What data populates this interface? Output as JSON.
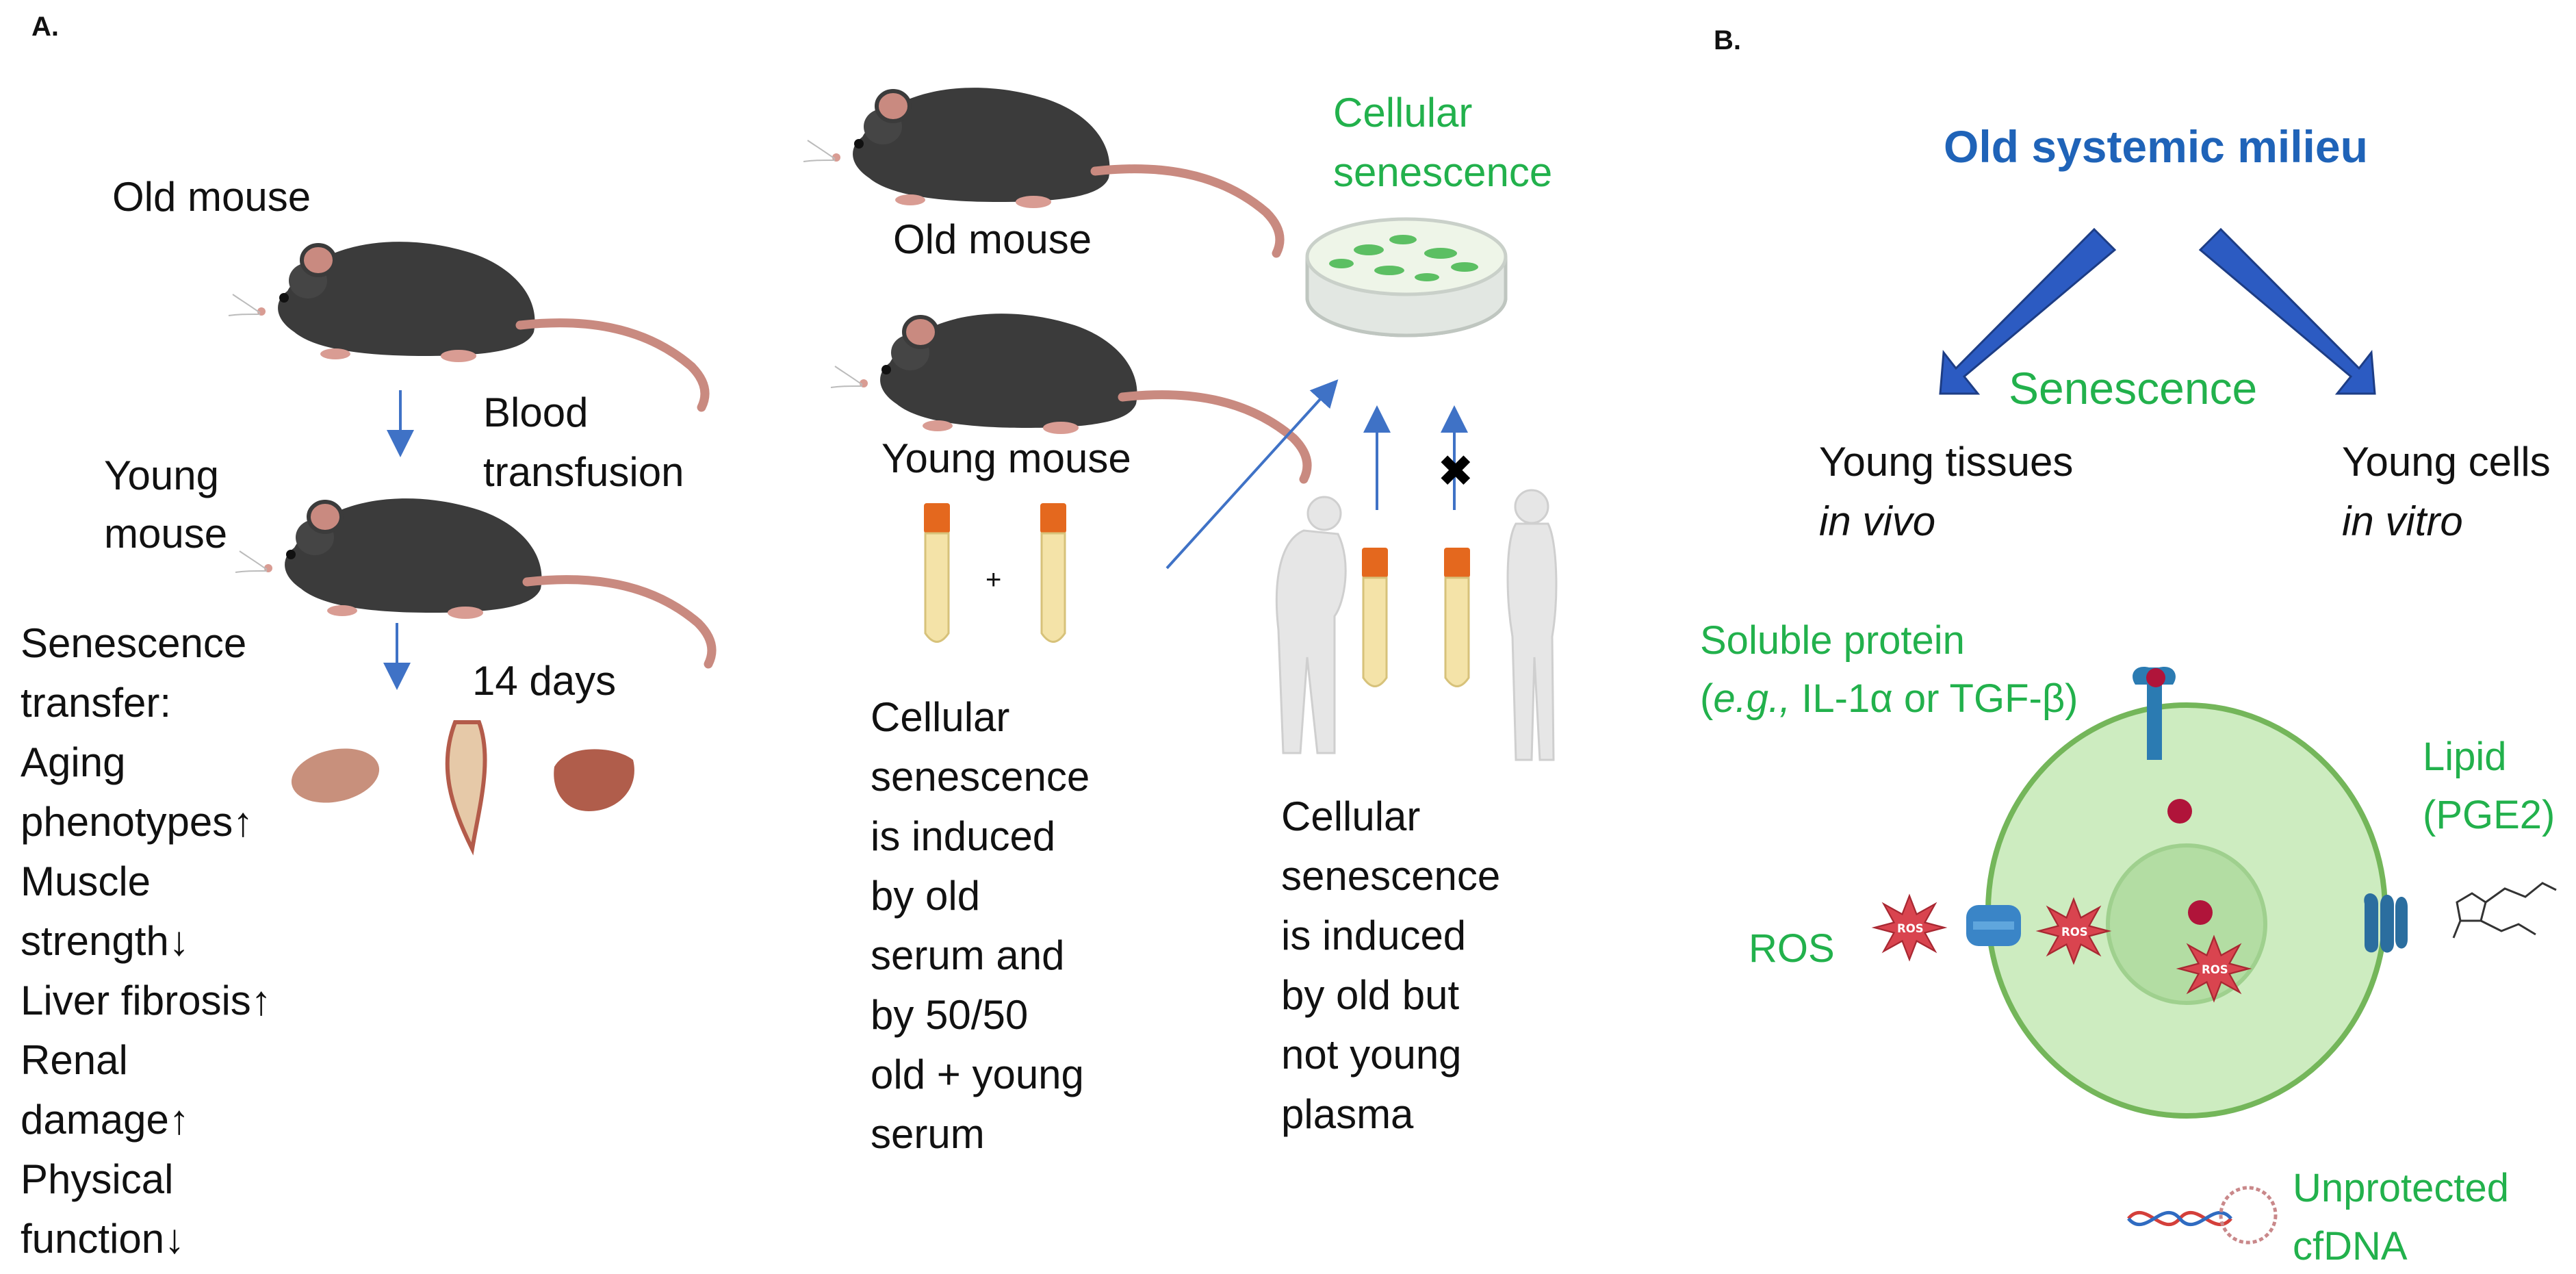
{
  "panel_a": {
    "label": "A.",
    "transfusion": {
      "old_mouse": "Old mouse",
      "young_mouse_lines": [
        "Young",
        "mouse"
      ],
      "blood_transfusion_lines": [
        "Blood",
        "transfusion"
      ],
      "days": "14 days",
      "outcome_lines": [
        "Senescence",
        "transfer:",
        "Aging",
        "phenotypes↑",
        "Muscle",
        "strength↓",
        "Liver fibrosis↑",
        "Renal",
        "damage↑",
        "Physical",
        "function↓"
      ]
    },
    "serum": {
      "old_mouse": "Old mouse",
      "young_mouse": "Young mouse",
      "plus": "+",
      "result_lines": [
        "Cellular",
        "senescence",
        "is induced",
        "by old",
        "serum and",
        "by 50/50",
        "old + young",
        "serum"
      ]
    },
    "plasma": {
      "dish_label_lines": [
        "Cellular",
        "senescence"
      ],
      "result_lines": [
        "Cellular",
        "senescence",
        "is induced",
        "by old but",
        "not young",
        "plasma"
      ]
    }
  },
  "panel_b": {
    "label": "B.",
    "title": "Old systemic milieu",
    "senescence": "Senescence",
    "young_tissues": "Young tissues",
    "in_vivo": "in vivo",
    "young_cells": "Young cells",
    "in_vitro": "in vitro",
    "soluble_protein": "Soluble protein",
    "soluble_eg": "e.g.,",
    "soluble_examples": " IL-1α or TGF-β)",
    "lipid_lines": [
      "Lipid",
      "(PGE2)"
    ],
    "ros": "ROS",
    "ros_badge": "ROS",
    "cfdna_lines": [
      "Unprotected",
      "cfDNA"
    ]
  },
  "colors": {
    "mouse_body": "#3b3b3b",
    "mouse_ear": "#c98a80",
    "arrow_blue": "#3f72c6",
    "title_blue": "#1f63b8",
    "label_green": "#22b14c",
    "cell_fill": "#cdecc0",
    "nucleus_fill": "#b3dda3",
    "tube_cap": "#e4681e",
    "tube_body": "#f4e3a8"
  }
}
